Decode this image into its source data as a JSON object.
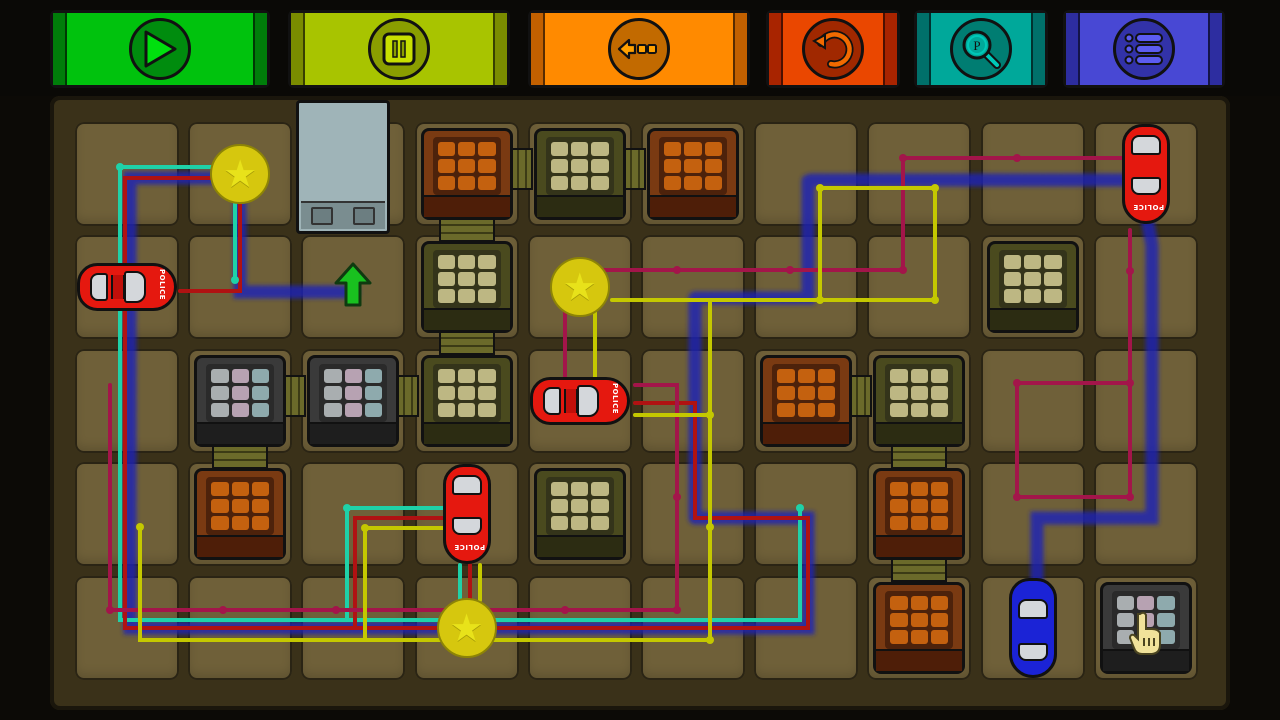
{
  "toolbar": {
    "buttons": [
      {
        "id": "play",
        "label": "Play",
        "icon": "play-icon",
        "color": "#00c20d",
        "cap": "#007d0a",
        "circle": "#008c0e",
        "glyph": "#00e00e"
      },
      {
        "id": "pause",
        "label": "Pause",
        "icon": "pause-icon",
        "color": "#a8c400",
        "cap": "#7a8c00",
        "circle": "#8a9e00",
        "glyph": "#c8e000"
      },
      {
        "id": "undo",
        "label": "Undo",
        "icon": "back-arrow-icon",
        "color": "#ff8a00",
        "cap": "#c26000",
        "circle": "#c26a00",
        "glyph": "#ffa000"
      },
      {
        "id": "restart",
        "label": "Restart",
        "icon": "restart-icon",
        "color": "#ea4700",
        "cap": "#a82400",
        "circle": "#a02800",
        "glyph": "#f26a00"
      },
      {
        "id": "hint",
        "label": "Hint",
        "icon": "magnifier-p-icon",
        "color": "#00a89a",
        "cap": "#00706a",
        "circle": "#007d72",
        "glyph": "#00c8b8",
        "glyph_text": "P"
      },
      {
        "id": "menu",
        "label": "Menu",
        "icon": "list-menu-icon",
        "color": "#4848d4",
        "cap": "#2d2da0",
        "circle": "#3232a8",
        "glyph": "#5c5cf0"
      }
    ]
  },
  "board": {
    "columns": 10,
    "rows": 5,
    "pieces": {
      "coins": [
        {
          "col": 1,
          "row": 0
        },
        {
          "col": 4,
          "row": 1
        },
        {
          "col": 3,
          "row": 4
        }
      ],
      "coin_glyph": "★",
      "garage": {
        "col": 2,
        "row": 0
      },
      "exit_arrow": {
        "col": 2,
        "row": 1,
        "color": "#19c11f"
      },
      "crates": [
        {
          "col": 3,
          "row": 0,
          "type": "orange"
        },
        {
          "col": 4,
          "row": 0,
          "type": "olive"
        },
        {
          "col": 5,
          "row": 0,
          "type": "orange"
        },
        {
          "col": 3,
          "row": 1,
          "type": "olive"
        },
        {
          "col": 8,
          "row": 1,
          "type": "olive"
        },
        {
          "col": 1,
          "row": 2,
          "type": "grey"
        },
        {
          "col": 2,
          "row": 2,
          "type": "grey"
        },
        {
          "col": 3,
          "row": 2,
          "type": "olive"
        },
        {
          "col": 6,
          "row": 2,
          "type": "orange"
        },
        {
          "col": 7,
          "row": 2,
          "type": "olive"
        },
        {
          "col": 1,
          "row": 3,
          "type": "orange"
        },
        {
          "col": 4,
          "row": 3,
          "type": "olive"
        },
        {
          "col": 7,
          "row": 3,
          "type": "orange"
        },
        {
          "col": 7,
          "row": 4,
          "type": "orange"
        },
        {
          "col": 9,
          "row": 4,
          "type": "grey"
        }
      ],
      "police_cars": [
        {
          "col": 0,
          "row": 1,
          "orientation": "horizontal",
          "facing": "right",
          "label": "POLICE"
        },
        {
          "col": 4,
          "row": 2,
          "orientation": "horizontal",
          "facing": "right",
          "label": "POLICE"
        },
        {
          "col": 3,
          "row": 3,
          "orientation": "vertical",
          "facing": "down",
          "label": "POLICE"
        },
        {
          "col": 9,
          "row": 0,
          "orientation": "vertical",
          "facing": "down",
          "label": "POLICE"
        }
      ],
      "player_car": {
        "col": 8,
        "row": 4,
        "orientation": "vertical",
        "facing": "up",
        "color": "#1b23d6"
      },
      "cursor": {
        "col": 9,
        "row": 4,
        "icon": "hand-pointer-icon"
      }
    },
    "path_colors": {
      "teal": "#1fd1a8",
      "red": "#b01212",
      "crimson": "#a3154a",
      "yellow": "#c4c800",
      "trail": "#1a22b8"
    }
  }
}
